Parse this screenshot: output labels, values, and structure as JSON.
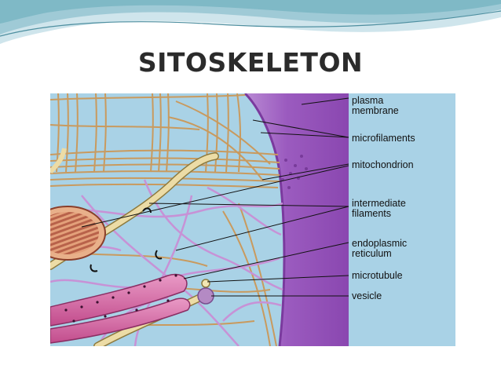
{
  "slide": {
    "title": "SITOSKELETON"
  },
  "diagram": {
    "labels": {
      "plasma_membrane": "plasma\nmembrane",
      "microfilaments": "microfilaments",
      "mitochondrion": "mitochondrion",
      "intermediate_filaments": "intermediate\nfilaments",
      "endoplasmic_reticulum": "endoplasmic\nreticulum",
      "microtubule": "microtubule",
      "vesicle": "vesicle"
    }
  },
  "colors": {
    "header_wave": "#7fb9c6",
    "cytoplasm": "#a9d2e6",
    "membrane": "#9b5bbf",
    "filament": "#c99a5e",
    "intermediate_filament": "#c792d6",
    "microtubule": "#e8d7a0",
    "er": "#d96aa6"
  }
}
